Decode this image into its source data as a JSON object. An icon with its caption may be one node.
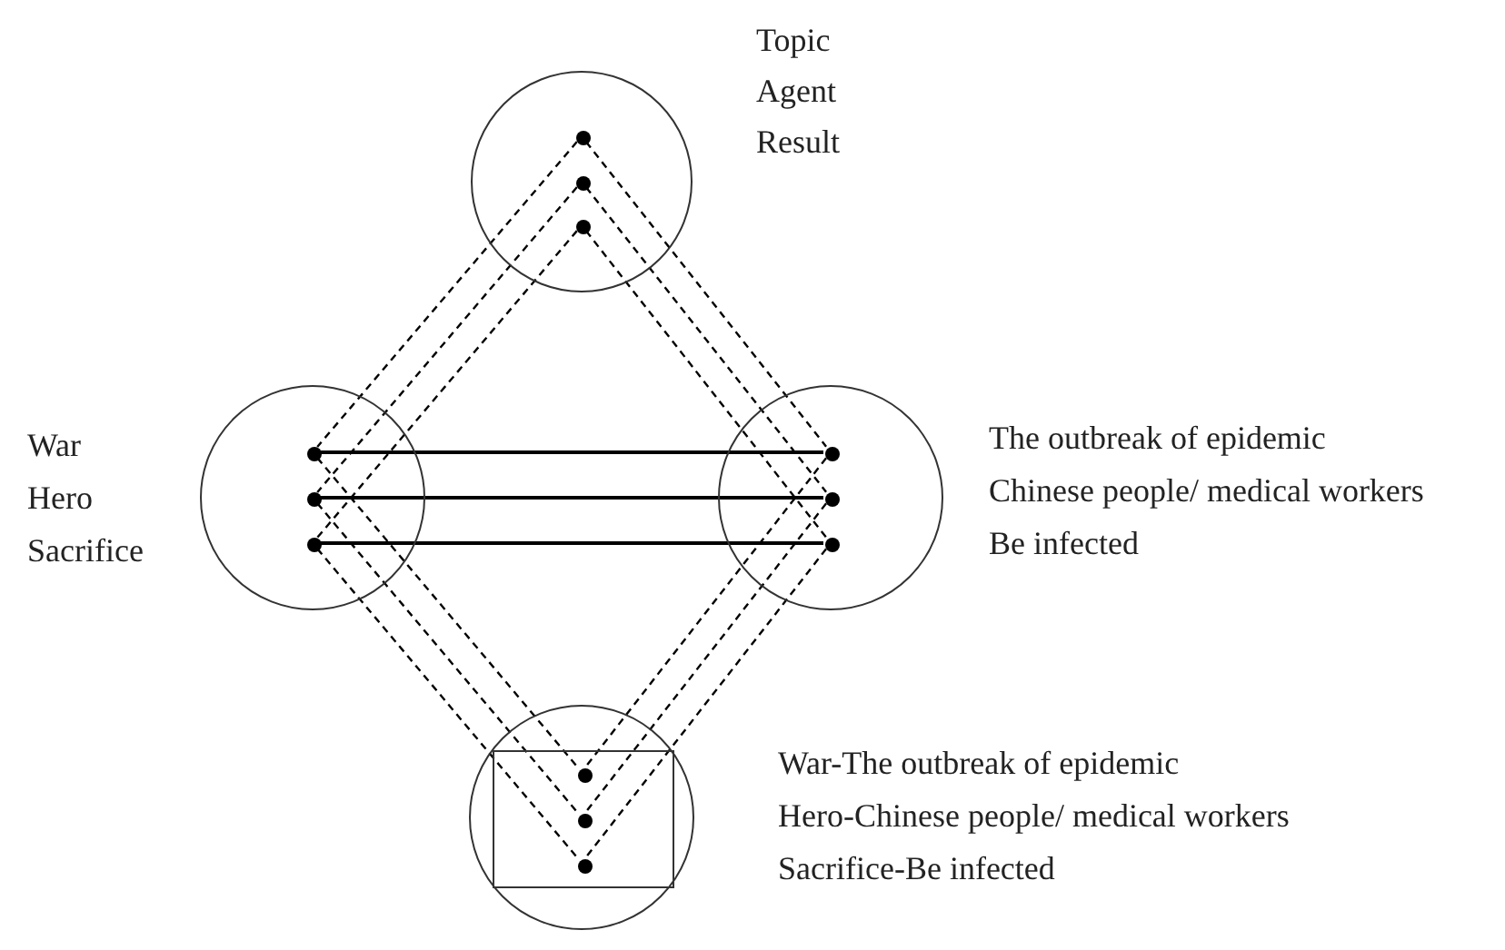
{
  "diagram": {
    "nodes": [
      {
        "text": [],
        "shape": "circle",
        "beside": [
          "Topic",
          "Agent",
          "Result"
        ]
      },
      {
        "text": [],
        "shape": "circle",
        "in": 0
      },
      {
        "text": [],
        "shape": "circle",
        "in": 0
      },
      {
        "text": [],
        "shape": "circle",
        "in": 0
      },
      {
        "text": [],
        "shape": "circle",
        "beside": [
          "War",
          "Hero",
          "Sacrifice"
        ]
      },
      {
        "text": [],
        "shape": "circle",
        "in": 4
      },
      {
        "text": [],
        "shape": "circle",
        "in": 4
      },
      {
        "text": [],
        "shape": "circle",
        "in": 4
      },
      {
        "text": [],
        "shape": "circle",
        "beside": [
          "The outbreak of epidemic",
          "Chinese people/ medical workers",
          "Be infected"
        ]
      },
      {
        "text": [],
        "shape": "circle",
        "in": 8
      },
      {
        "text": [],
        "shape": "circle",
        "in": 8
      },
      {
        "text": [],
        "shape": "circle",
        "in": 8
      },
      {
        "text": [],
        "shape": "circle",
        "beside": [
          "War-The outbreak of epidemic",
          "Hero-Chinese people/ medical workers",
          "Sacrifice-Be infected"
        ]
      },
      {
        "text": [],
        "shape": "box",
        "in": 12
      },
      {
        "text": [],
        "shape": "circle",
        "in": 13
      },
      {
        "text": [],
        "shape": "circle",
        "in": 13
      },
      {
        "text": [],
        "shape": "circle",
        "in": 13
      }
    ],
    "edges": [
      {
        "from": 5,
        "to": 9,
        "arrow": "none"
      },
      {
        "from": 6,
        "to": 10,
        "arrow": "none"
      },
      {
        "from": 7,
        "to": 11,
        "arrow": "none"
      },
      {
        "from": 1,
        "to": 5,
        "arrow": "none",
        "style": "dashed"
      },
      {
        "from": 2,
        "to": 6,
        "arrow": "none",
        "style": "dashed"
      },
      {
        "from": 3,
        "to": 7,
        "arrow": "none",
        "style": "dashed"
      },
      {
        "from": 1,
        "to": 9,
        "arrow": "none",
        "style": "dashed"
      },
      {
        "from": 2,
        "to": 10,
        "arrow": "none",
        "style": "dashed"
      },
      {
        "from": 3,
        "to": 11,
        "arrow": "none",
        "style": "dashed"
      },
      {
        "from": 5,
        "to": 14,
        "arrow": "none",
        "style": "dashed"
      },
      {
        "from": 6,
        "to": 15,
        "arrow": "none",
        "style": "dashed"
      },
      {
        "from": 7,
        "to": 16,
        "arrow": "none",
        "style": "dashed"
      },
      {
        "from": 9,
        "to": 14,
        "arrow": "none",
        "style": "dashed"
      },
      {
        "from": 10,
        "to": 15,
        "arrow": "none",
        "style": "dashed"
      },
      {
        "from": 11,
        "to": 16,
        "arrow": "none",
        "style": "dashed"
      }
    ]
  }
}
